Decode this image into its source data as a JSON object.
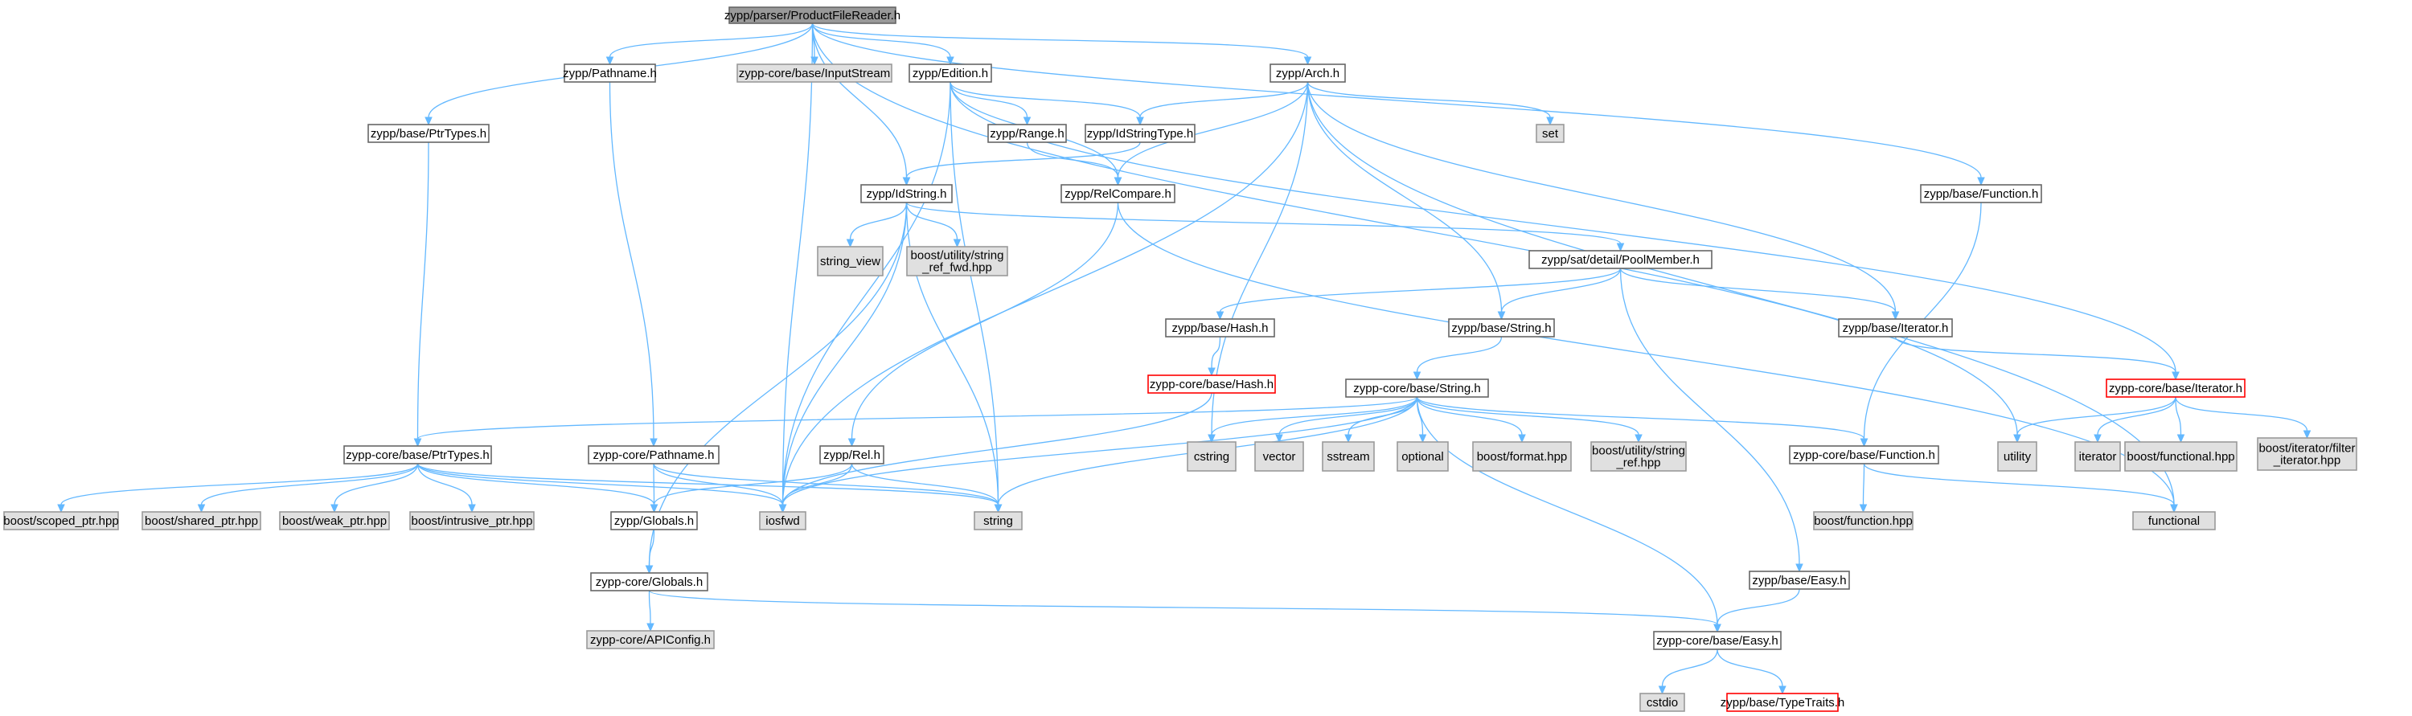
{
  "graph_title": "",
  "colors": {
    "edge": "#63b8ff",
    "node_border": "#666666",
    "system_fill": "#e0e0e0",
    "root_fill": "#999999",
    "truncated_border": "#ff0000"
  },
  "nodes": [
    {
      "id": "root",
      "label": "zypp/parser/ProductFileReader.h",
      "kind": "root"
    },
    {
      "id": "ptrtypes",
      "label": "zypp/base/PtrTypes.h",
      "kind": "include"
    },
    {
      "id": "pathname",
      "label": "zypp/Pathname.h",
      "kind": "include"
    },
    {
      "id": "inputstream",
      "label": "zypp-core/base/InputStream",
      "kind": "system"
    },
    {
      "id": "edition",
      "label": "zypp/Edition.h",
      "kind": "include"
    },
    {
      "id": "arch",
      "label": "zypp/Arch.h",
      "kind": "include"
    },
    {
      "id": "range",
      "label": "zypp/Range.h",
      "kind": "include"
    },
    {
      "id": "idstringtype",
      "label": "zypp/IdStringType.h",
      "kind": "include"
    },
    {
      "id": "set",
      "label": "set",
      "kind": "system"
    },
    {
      "id": "idstring",
      "label": "zypp/IdString.h",
      "kind": "include"
    },
    {
      "id": "relcompare",
      "label": "zypp/RelCompare.h",
      "kind": "include"
    },
    {
      "id": "basefunction",
      "label": "zypp/base/Function.h",
      "kind": "include"
    },
    {
      "id": "string_view",
      "label": "string_view",
      "kind": "system"
    },
    {
      "id": "boostsref",
      "label": "boost/utility/string\n_ref_fwd.hpp",
      "kind": "system"
    },
    {
      "id": "poolmember",
      "label": "zypp/sat/detail/PoolMember.h",
      "kind": "include"
    },
    {
      "id": "basehash",
      "label": "zypp/base/Hash.h",
      "kind": "include"
    },
    {
      "id": "basestring",
      "label": "zypp/base/String.h",
      "kind": "include"
    },
    {
      "id": "baseiterator",
      "label": "zypp/base/Iterator.h",
      "kind": "include"
    },
    {
      "id": "corehash",
      "label": "zypp-core/base/Hash.h",
      "kind": "truncated"
    },
    {
      "id": "corestring",
      "label": "zypp-core/base/String.h",
      "kind": "include"
    },
    {
      "id": "coreiterator",
      "label": "zypp-core/base/Iterator.h",
      "kind": "truncated"
    },
    {
      "id": "coreptrtypes",
      "label": "zypp-core/base/PtrTypes.h",
      "kind": "include"
    },
    {
      "id": "corepathname",
      "label": "zypp-core/Pathname.h",
      "kind": "include"
    },
    {
      "id": "rel",
      "label": "zypp/Rel.h",
      "kind": "include"
    },
    {
      "id": "cstring",
      "label": "cstring",
      "kind": "system"
    },
    {
      "id": "vector",
      "label": "vector",
      "kind": "system"
    },
    {
      "id": "sstream",
      "label": "sstream",
      "kind": "system"
    },
    {
      "id": "optional",
      "label": "optional",
      "kind": "system"
    },
    {
      "id": "boostformat",
      "label": "boost/format.hpp",
      "kind": "system"
    },
    {
      "id": "boostutilstring",
      "label": "boost/utility/string\n_ref.hpp",
      "kind": "system"
    },
    {
      "id": "corefunction",
      "label": "zypp-core/base/Function.h",
      "kind": "include"
    },
    {
      "id": "utility",
      "label": "utility",
      "kind": "system"
    },
    {
      "id": "iterator",
      "label": "iterator",
      "kind": "system"
    },
    {
      "id": "boostfunctional",
      "label": "boost/functional.hpp",
      "kind": "system"
    },
    {
      "id": "boostfilteriter",
      "label": "boost/iterator/filter\n_iterator.hpp",
      "kind": "system"
    },
    {
      "id": "scoped",
      "label": "boost/scoped_ptr.hpp",
      "kind": "system"
    },
    {
      "id": "shared",
      "label": "boost/shared_ptr.hpp",
      "kind": "system"
    },
    {
      "id": "weak",
      "label": "boost/weak_ptr.hpp",
      "kind": "system"
    },
    {
      "id": "intrusive",
      "label": "boost/intrusive_ptr.hpp",
      "kind": "system"
    },
    {
      "id": "iosfwd",
      "label": "iosfwd",
      "kind": "system"
    },
    {
      "id": "string",
      "label": "string",
      "kind": "system"
    },
    {
      "id": "globals",
      "label": "zypp/Globals.h",
      "kind": "include"
    },
    {
      "id": "boostfunction",
      "label": "boost/function.hpp",
      "kind": "system"
    },
    {
      "id": "functional",
      "label": "functional",
      "kind": "system"
    },
    {
      "id": "coreglobals",
      "label": "zypp-core/Globals.h",
      "kind": "include"
    },
    {
      "id": "baseeasy",
      "label": "zypp/base/Easy.h",
      "kind": "include"
    },
    {
      "id": "apiconfig",
      "label": "zypp-core/APIConfig.h",
      "kind": "system"
    },
    {
      "id": "coreeasy",
      "label": "zypp-core/base/Easy.h",
      "kind": "include"
    },
    {
      "id": "cstdio",
      "label": "cstdio",
      "kind": "system"
    },
    {
      "id": "typetraits",
      "label": "zypp/base/TypeTraits.h",
      "kind": "truncated"
    }
  ],
  "edges": [
    [
      "root",
      "ptrtypes"
    ],
    [
      "root",
      "pathname"
    ],
    [
      "root",
      "inputstream"
    ],
    [
      "root",
      "edition"
    ],
    [
      "root",
      "arch"
    ],
    [
      "root",
      "idstring"
    ],
    [
      "root",
      "iosfwd"
    ],
    [
      "root",
      "basefunction"
    ],
    [
      "root",
      "utility"
    ],
    [
      "ptrtypes",
      "coreptrtypes"
    ],
    [
      "pathname",
      "corepathname"
    ],
    [
      "edition",
      "range"
    ],
    [
      "edition",
      "idstringtype"
    ],
    [
      "edition",
      "relcompare"
    ],
    [
      "edition",
      "iosfwd"
    ],
    [
      "edition",
      "string"
    ],
    [
      "edition",
      "coreiterator"
    ],
    [
      "arch",
      "idstringtype"
    ],
    [
      "arch",
      "relcompare"
    ],
    [
      "arch",
      "set"
    ],
    [
      "arch",
      "basestring"
    ],
    [
      "arch",
      "baseiterator"
    ],
    [
      "arch",
      "iosfwd"
    ],
    [
      "arch",
      "cstring"
    ],
    [
      "arch",
      "functional"
    ],
    [
      "range",
      "relcompare"
    ],
    [
      "idstringtype",
      "idstring"
    ],
    [
      "idstring",
      "string_view"
    ],
    [
      "idstring",
      "boostsref"
    ],
    [
      "idstring",
      "poolmember"
    ],
    [
      "idstring",
      "iosfwd"
    ],
    [
      "idstring",
      "string"
    ],
    [
      "idstring",
      "coreglobals"
    ],
    [
      "relcompare",
      "rel"
    ],
    [
      "relcompare",
      "functional"
    ],
    [
      "basefunction",
      "corefunction"
    ],
    [
      "poolmember",
      "basehash"
    ],
    [
      "poolmember",
      "basestring"
    ],
    [
      "poolmember",
      "baseiterator"
    ],
    [
      "poolmember",
      "baseeasy"
    ],
    [
      "basehash",
      "corehash"
    ],
    [
      "basestring",
      "corestring"
    ],
    [
      "baseiterator",
      "coreiterator"
    ],
    [
      "corestring",
      "coreptrtypes"
    ],
    [
      "corestring",
      "cstring"
    ],
    [
      "corestring",
      "vector"
    ],
    [
      "corestring",
      "sstream"
    ],
    [
      "corestring",
      "optional"
    ],
    [
      "corestring",
      "boostformat"
    ],
    [
      "corestring",
      "boostutilstring"
    ],
    [
      "corestring",
      "corefunction"
    ],
    [
      "corestring",
      "coreeasy"
    ],
    [
      "corestring",
      "iosfwd"
    ],
    [
      "corestring",
      "string"
    ],
    [
      "corehash",
      "iosfwd"
    ],
    [
      "coreiterator",
      "utility"
    ],
    [
      "coreiterator",
      "iterator"
    ],
    [
      "coreiterator",
      "boostfunctional"
    ],
    [
      "coreiterator",
      "boostfilteriter"
    ],
    [
      "coreptrtypes",
      "scoped"
    ],
    [
      "coreptrtypes",
      "shared"
    ],
    [
      "coreptrtypes",
      "weak"
    ],
    [
      "coreptrtypes",
      "intrusive"
    ],
    [
      "coreptrtypes",
      "iosfwd"
    ],
    [
      "coreptrtypes",
      "string"
    ],
    [
      "coreptrtypes",
      "globals"
    ],
    [
      "corepathname",
      "globals"
    ],
    [
      "corepathname",
      "iosfwd"
    ],
    [
      "corepathname",
      "string"
    ],
    [
      "rel",
      "globals"
    ],
    [
      "rel",
      "iosfwd"
    ],
    [
      "rel",
      "string"
    ],
    [
      "corefunction",
      "boostfunction"
    ],
    [
      "corefunction",
      "functional"
    ],
    [
      "globals",
      "coreglobals"
    ],
    [
      "coreglobals",
      "apiconfig"
    ],
    [
      "coreglobals",
      "coreeasy"
    ],
    [
      "baseeasy",
      "coreeasy"
    ],
    [
      "coreeasy",
      "cstdio"
    ],
    [
      "coreeasy",
      "typetraits"
    ]
  ]
}
